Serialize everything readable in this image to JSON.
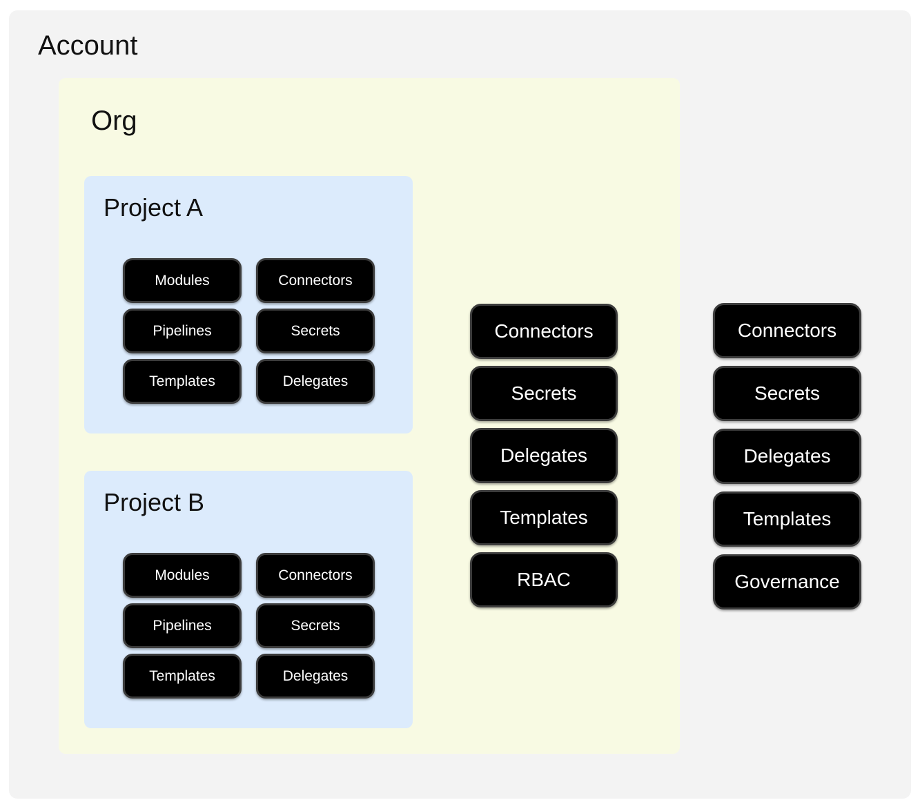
{
  "account": {
    "title": "Account",
    "buttons": [
      "Connectors",
      "Secrets",
      "Delegates",
      "Templates",
      "Governance"
    ],
    "org": {
      "title": "Org",
      "buttons": [
        "Connectors",
        "Secrets",
        "Delegates",
        "Templates",
        "RBAC"
      ],
      "projects": [
        {
          "title": "Project A",
          "buttons": [
            "Modules",
            "Connectors",
            "Pipelines",
            "Secrets",
            "Templates",
            "Delegates"
          ]
        },
        {
          "title": "Project B",
          "buttons": [
            "Modules",
            "Connectors",
            "Pipelines",
            "Secrets",
            "Templates",
            "Delegates"
          ]
        }
      ]
    }
  },
  "colors": {
    "account_bg": "#f3f3f3",
    "org_bg": "#f8fae3",
    "project_bg": "#dcebfc",
    "pill_bg": "#000000",
    "pill_border": "#3c3c3c",
    "pill_text": "#ffffff"
  }
}
